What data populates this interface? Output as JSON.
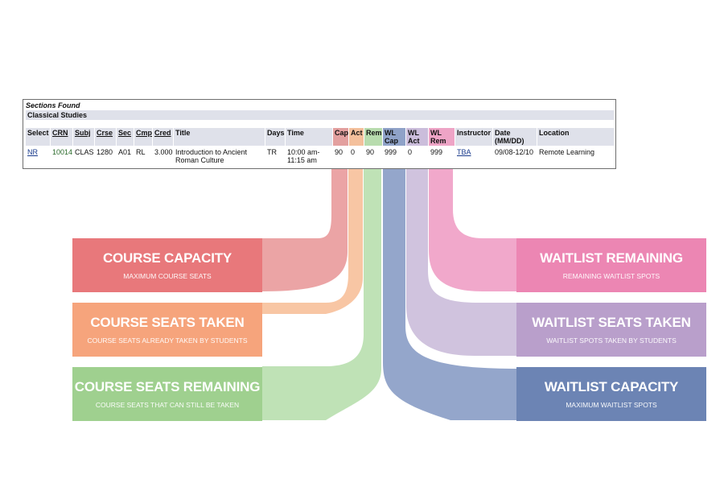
{
  "table": {
    "caption": "Sections Found",
    "subject_title": "Classical Studies",
    "headers": [
      "Select",
      "CRN",
      "Subj",
      "Crse",
      "Sec",
      "Cmp",
      "Cred",
      "Title",
      "Days",
      "Time",
      "Cap",
      "Act",
      "Rem",
      "WL\nCap",
      "WL\nAct",
      "WL\nRem",
      "Instructor",
      "Date\n(MM/DD)",
      "Location"
    ],
    "row": [
      "NR",
      "10014",
      "CLAS",
      "1280",
      "A01",
      "RL",
      "3.000",
      "Introduction to Ancient\nRoman Culture",
      "TR",
      "10:00 am-\n11:15 am",
      "90",
      "0",
      "90",
      "999",
      "0",
      "999",
      "TBA",
      "09/08-12/10",
      "Remote Learning"
    ]
  },
  "legend": {
    "course_capacity": {
      "title": "COURSE CAPACITY",
      "subtitle": "MAXIMUM COURSE SEATS",
      "color": "#e8787b"
    },
    "course_taken": {
      "title": "COURSE SEATS TAKEN",
      "subtitle": "COURSE SEATS ALREADY TAKEN BY STUDENTS",
      "color": "#f6a47c"
    },
    "course_remaining": {
      "title": "COURSE SEATS REMAINING",
      "subtitle": "COURSE SEATS THAT CAN STILL BE TAKEN",
      "color": "#9fd08f"
    },
    "wl_remaining": {
      "title": "WAITLIST REMAINING",
      "subtitle": "REMAINING WAITLIST SPOTS",
      "color": "#ec86b3"
    },
    "wl_taken": {
      "title": "WAITLIST SEATS TAKEN",
      "subtitle": "WAITLIST SPOTS TAKEN BY STUDENTS",
      "color": "#b99fcb"
    },
    "wl_capacity": {
      "title": "WAITLIST CAPACITY",
      "subtitle": "MAXIMUM WAITLIST SPOTS",
      "color": "#6c84b4"
    }
  },
  "flow_colors": {
    "cap": "#eba4a5",
    "act": "#f8c6a4",
    "rem": "#bfe2b6",
    "wlcap": "#94a6cb",
    "wlact": "#d0c3de",
    "wlrem": "#f1a8cb"
  }
}
